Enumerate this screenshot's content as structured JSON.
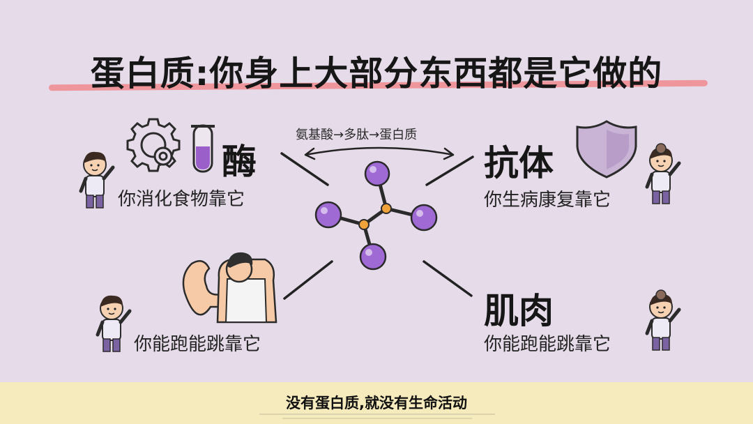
{
  "title": "蛋白质:你身上大部分东西都是它做的",
  "formula": "氨基酸→多肽→蛋白质",
  "items": {
    "enzyme": {
      "title": "酶",
      "subtitle": "你消化食物靠它"
    },
    "antibody": {
      "title": "抗体",
      "subtitle": "你生病康复靠它"
    },
    "muscle": {
      "title": "肌肉",
      "subtitle": "你能跑能跳靠它"
    },
    "muscle_left": {
      "subtitle": "你能跑能跳靠它"
    }
  },
  "footer": {
    "caption": "没有蛋白质,就没有生命活动"
  },
  "icons": [
    "gear-icon",
    "test-tube-icon",
    "shield-icon",
    "molecule-icon",
    "flexing-man-icon",
    "kid-figure-icon"
  ],
  "colors": {
    "background": "#e6dbe9",
    "accent_underline": "#f08a8f",
    "molecule": "#9f6bd1",
    "bond": "#e9a23b",
    "footer": "#f5ebbd"
  }
}
